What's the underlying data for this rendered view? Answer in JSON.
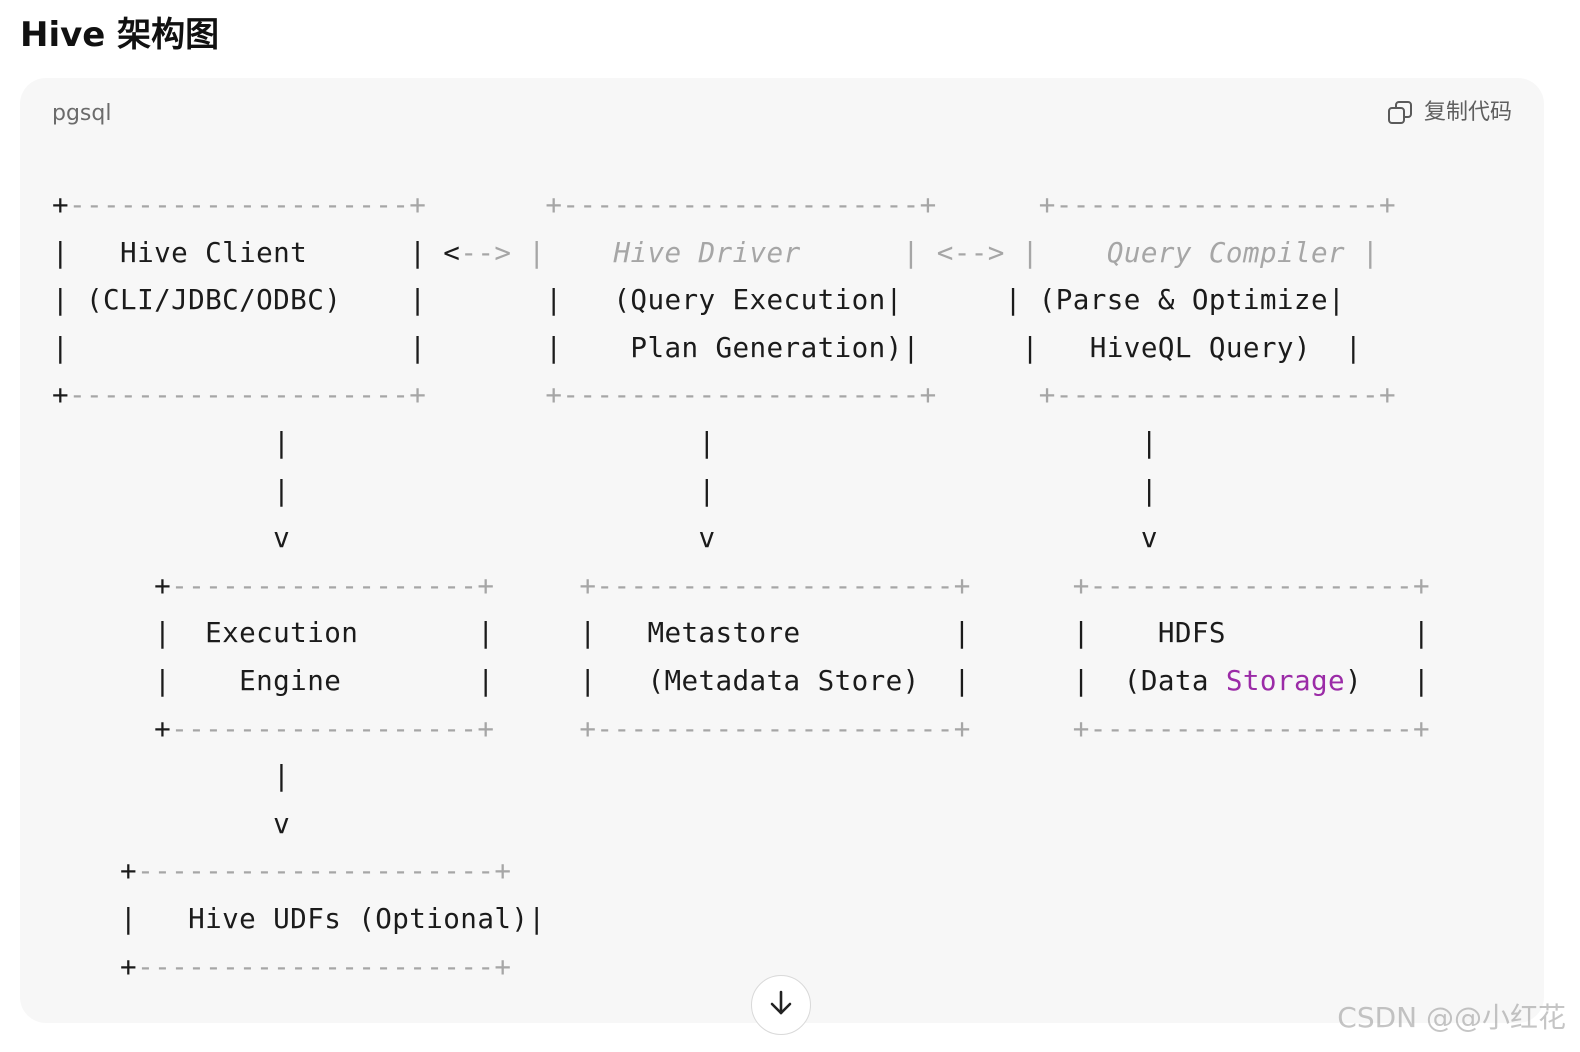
{
  "page": {
    "title": "Hive 架构图"
  },
  "code_block": {
    "language": "pgsql",
    "copy_label": "复制代码",
    "copy_icon": "copy-icon",
    "scroll_icon": "arrow-down-icon",
    "lines": [
      [
        {
          "t": "+"
        },
        {
          "t": "--------------------+",
          "c": "dim"
        },
        {
          "t": "       "
        },
        {
          "t": "+---------------------+",
          "c": "dim"
        },
        {
          "t": "      "
        },
        {
          "t": "+-------------------+",
          "c": "dim"
        }
      ],
      [
        {
          "t": "|   Hive Client      | <"
        },
        {
          "t": "--> |    ",
          "c": "dim"
        },
        {
          "t": "Hive Driver",
          "c": "dim italic"
        },
        {
          "t": "      | <--> |    ",
          "c": "dim"
        },
        {
          "t": "Query Compiler",
          "c": "dim italic"
        },
        {
          "t": " |",
          "c": "dim"
        }
      ],
      [
        {
          "t": "| (CLI/JDBC/ODBC)    |       |   (Query Execution|      | (Parse & Optimize|"
        }
      ],
      [
        {
          "t": "|                    |       |    Plan Generation)|      |   HiveQL Query)  |"
        }
      ],
      [
        {
          "t": "+"
        },
        {
          "t": "--------------------+",
          "c": "dim"
        },
        {
          "t": "       "
        },
        {
          "t": "+---------------------+",
          "c": "dim"
        },
        {
          "t": "      "
        },
        {
          "t": "+-------------------+",
          "c": "dim"
        }
      ],
      [
        {
          "t": "             |                        |                         |"
        }
      ],
      [
        {
          "t": "             |                        |                         |"
        }
      ],
      [
        {
          "t": "             v                        v                         v"
        }
      ],
      [
        {
          "t": "      +"
        },
        {
          "t": "------------------+",
          "c": "dim"
        },
        {
          "t": "     "
        },
        {
          "t": "+---------------------+",
          "c": "dim"
        },
        {
          "t": "      "
        },
        {
          "t": "+-------------------+",
          "c": "dim"
        }
      ],
      [
        {
          "t": "      |  Execution       |     |   Metastore         |      |    HDFS           |"
        }
      ],
      [
        {
          "t": "      |    Engine        |     |   (Metadata Store)  |      |  (Data "
        },
        {
          "t": "Storage",
          "c": "kw"
        },
        {
          "t": ")   |"
        }
      ],
      [
        {
          "t": "      +"
        },
        {
          "t": "------------------+",
          "c": "dim"
        },
        {
          "t": "     "
        },
        {
          "t": "+---------------------+",
          "c": "dim"
        },
        {
          "t": "      "
        },
        {
          "t": "+-------------------+",
          "c": "dim"
        }
      ],
      [
        {
          "t": "             |"
        }
      ],
      [
        {
          "t": "             v"
        }
      ],
      [
        {
          "t": "    +"
        },
        {
          "t": "---------------------+",
          "c": "dim"
        }
      ],
      [
        {
          "t": "    |   Hive UDFs (Optional)|"
        }
      ],
      [
        {
          "t": "    +"
        },
        {
          "t": "---------------------+",
          "c": "dim"
        }
      ]
    ]
  },
  "watermark": "CSDN @@小红花"
}
